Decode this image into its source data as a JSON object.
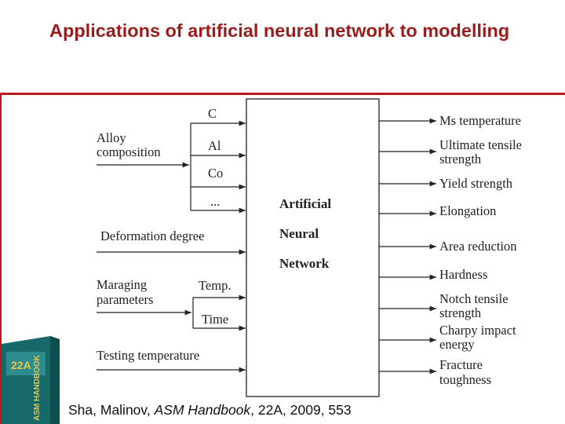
{
  "title": "Applications of artificial neural network to modelling",
  "diagram": {
    "center": [
      "Artificial",
      "Neural",
      "Network"
    ],
    "inputs": {
      "alloy_group_label": [
        "Alloy",
        "composition"
      ],
      "alloy_elements": [
        "C",
        "Al",
        "Co",
        "..."
      ],
      "deformation": "Deformation degree",
      "maraging_group_label": [
        "Maraging",
        "parameters"
      ],
      "maraging_items": [
        "Temp.",
        "Time"
      ],
      "testing": "Testing temperature"
    },
    "outputs": [
      [
        "Ms temperature"
      ],
      [
        "Ultimate tensile",
        "strength"
      ],
      [
        "Yield strength"
      ],
      [
        "Elongation"
      ],
      [
        "Area reduction"
      ],
      [
        "Hardness"
      ],
      [
        "Notch tensile",
        "strength"
      ],
      [
        "Charpy impact",
        "energy"
      ],
      [
        "Fracture",
        "toughness"
      ]
    ]
  },
  "citation": {
    "authors": "Sha, Malinov, ",
    "book": "ASM Handbook",
    "details": ", 22A, 2009, 553"
  },
  "book_cover": {
    "text": "ASM HANDBOOK",
    "volume": "22A",
    "color": "#1f7a7a"
  },
  "colors": {
    "title": "#9b1c1c",
    "frame": "#b8191f",
    "lines": "#222222"
  }
}
